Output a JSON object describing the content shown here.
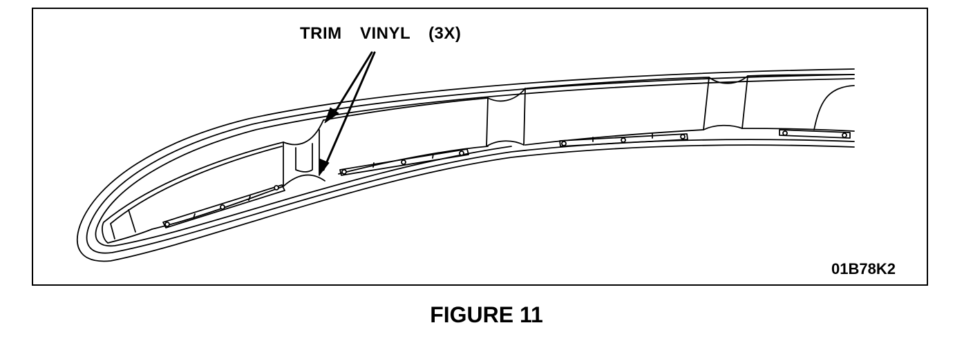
{
  "figure": {
    "callout": "TRIM  VINYL  (3X)",
    "figure_id": "01B78K2",
    "caption": "FIGURE 11"
  }
}
